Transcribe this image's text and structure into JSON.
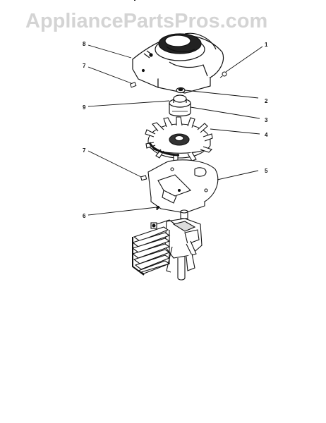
{
  "watermark": "AppliancePartsPros.com",
  "top_cut_text": "",
  "callouts": {
    "blower_housing": "8",
    "housing_screw": "1",
    "housing_bolt": "7",
    "flywheel_nut": "2",
    "starter_cup": "9",
    "cup_washer": "3",
    "flywheel": "4",
    "backplate": "5",
    "backplate_screw": "7",
    "engine_screw": "6",
    "engine_screw_mark": "8"
  }
}
